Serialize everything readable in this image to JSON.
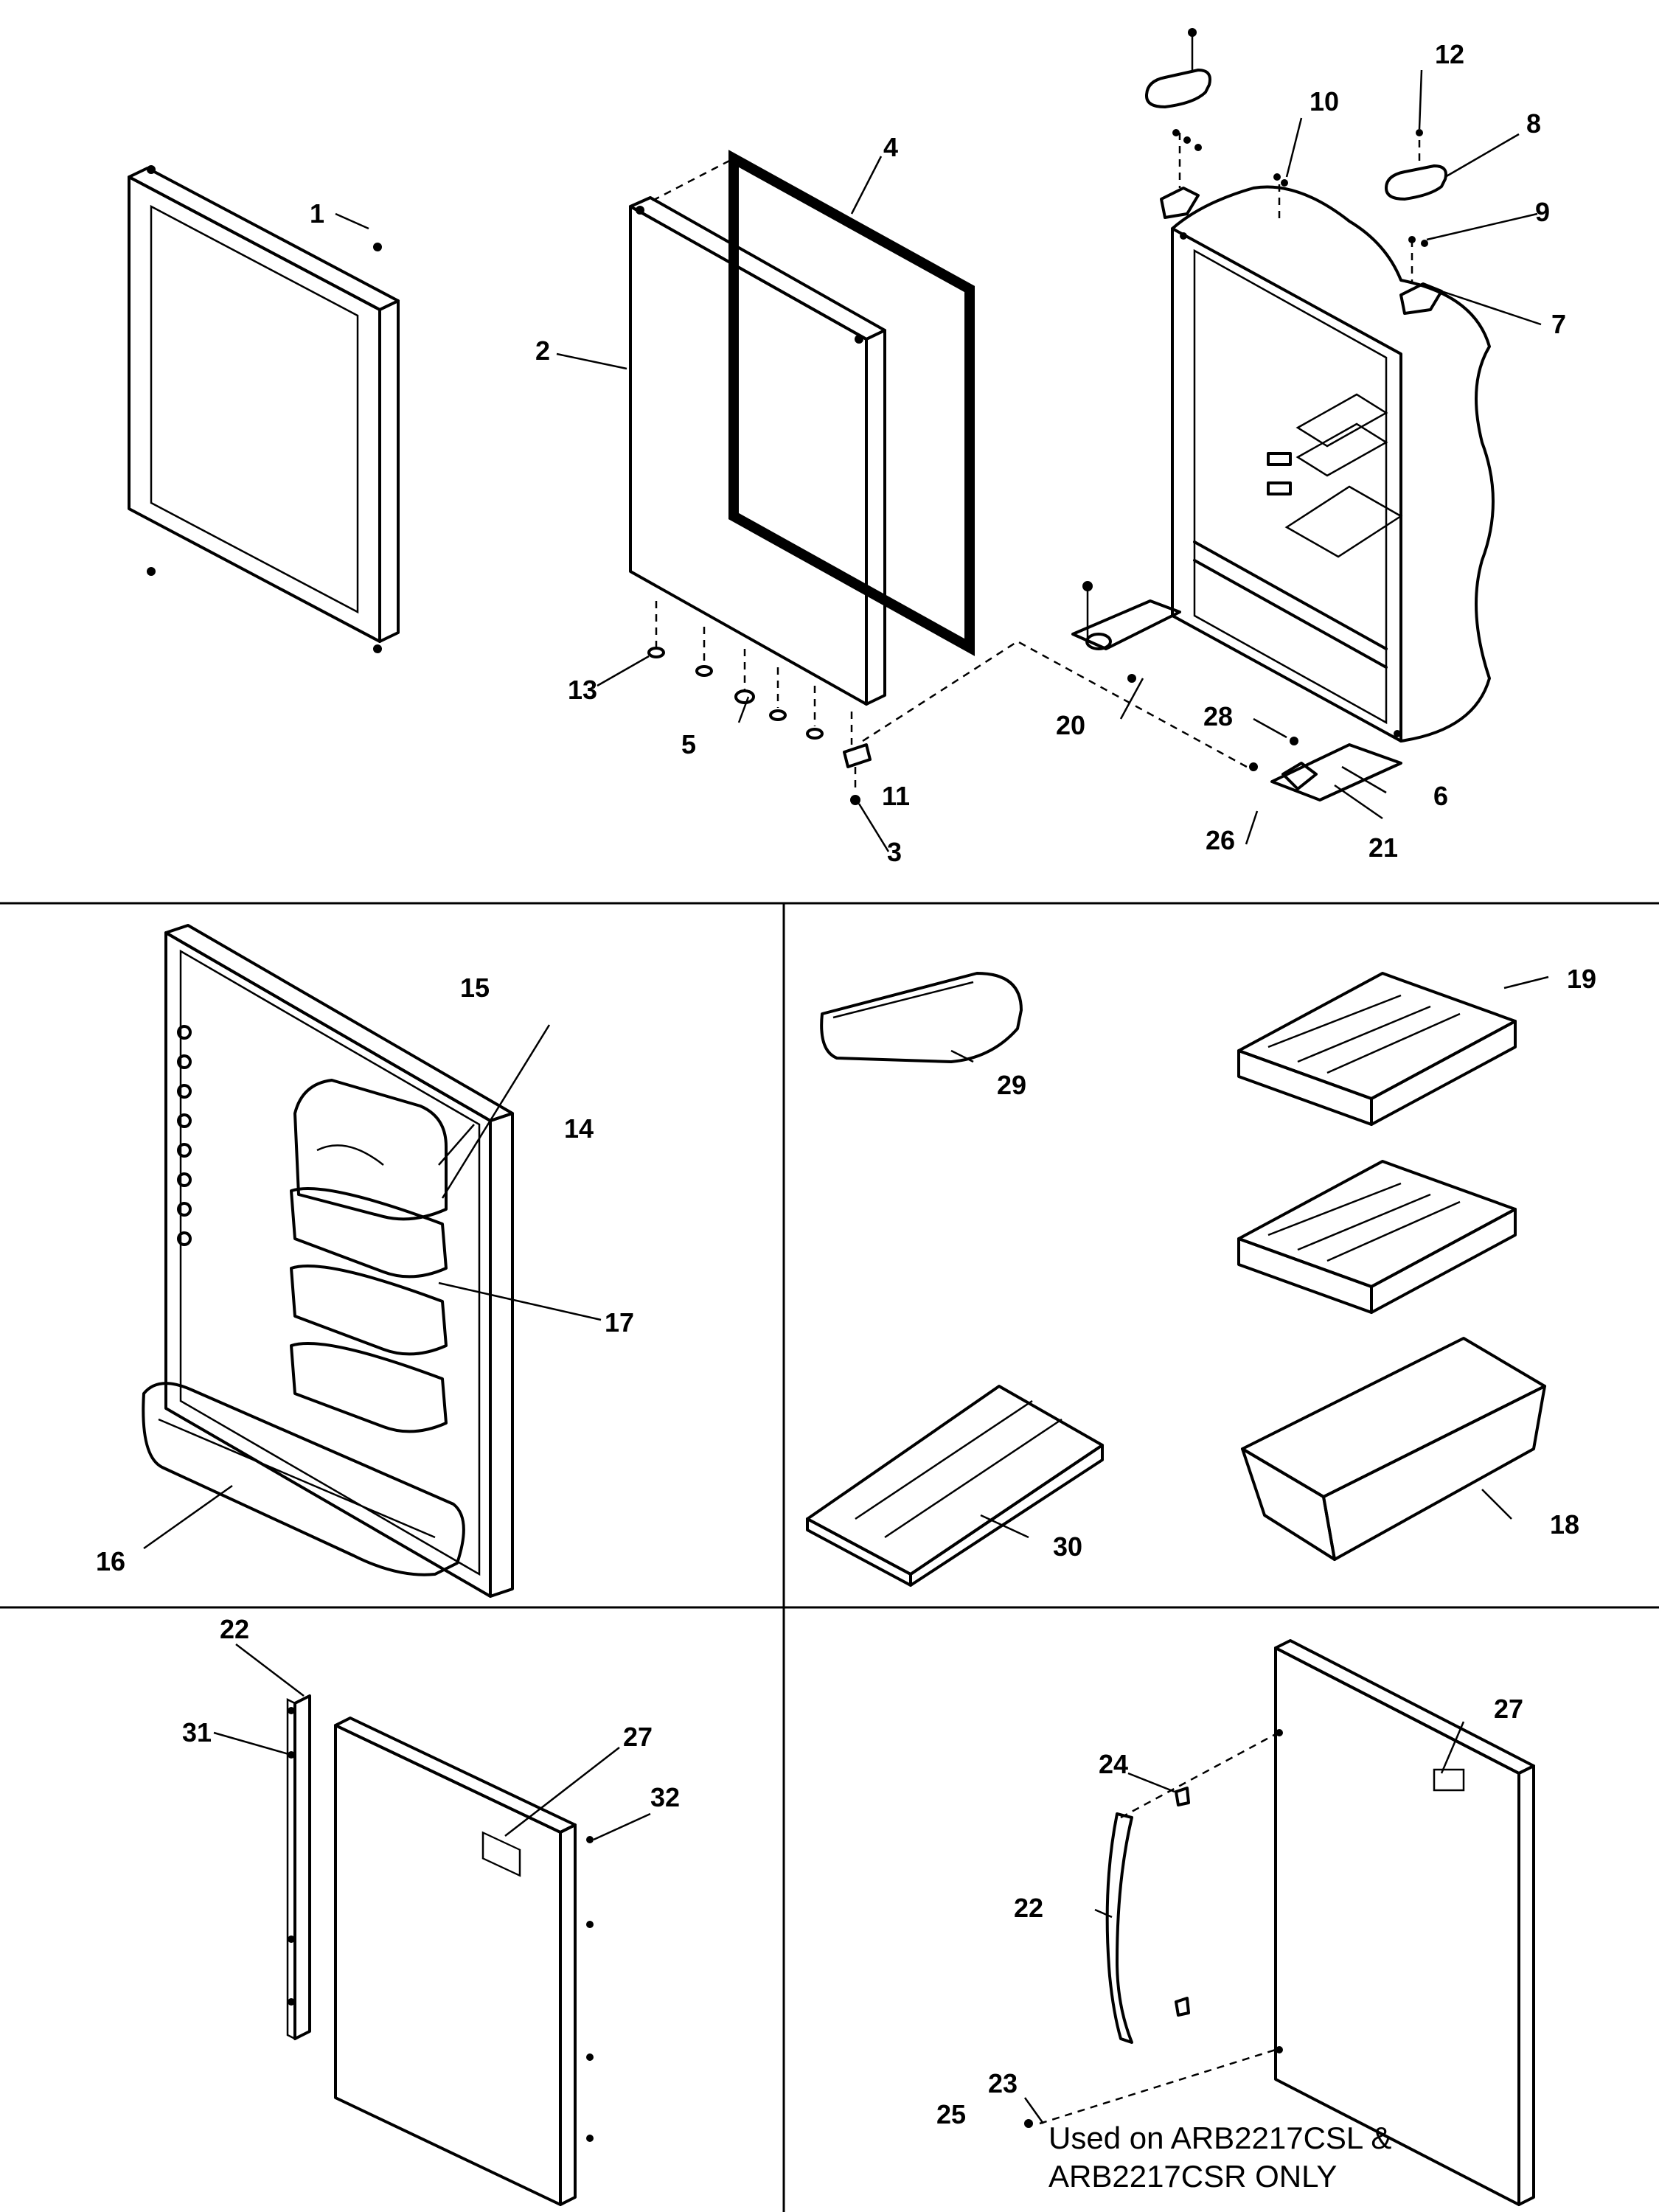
{
  "callouts": {
    "c1": "1",
    "c2": "2",
    "c3": "3",
    "c4": "4",
    "c5": "5",
    "c6": "6",
    "c7": "7",
    "c8": "8",
    "c9": "9",
    "c10": "10",
    "c11": "11",
    "c12": "12",
    "c13": "13",
    "c14": "14",
    "c15": "15",
    "c16": "16",
    "c17": "17",
    "c18": "18",
    "c19": "19",
    "c20": "20",
    "c21": "21",
    "c22a": "22",
    "c22b": "22",
    "c23": "23",
    "c24": "24",
    "c25": "25",
    "c26": "26",
    "c27a": "27",
    "c27b": "27",
    "c28": "28",
    "c29": "29",
    "c30": "30",
    "c31": "31",
    "c32": "32"
  },
  "note": {
    "line1": "Used on ARB2217CSL &",
    "line2": "ARB2217CSR ONLY"
  }
}
